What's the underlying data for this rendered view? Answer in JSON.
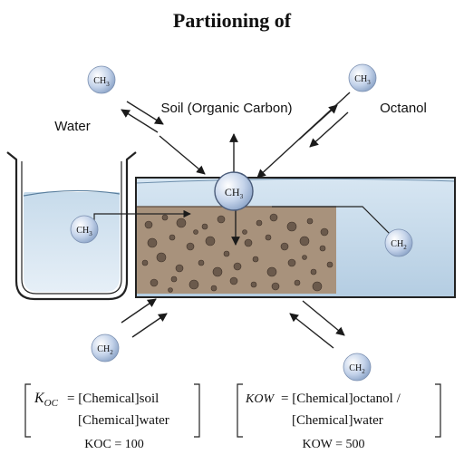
{
  "title": "Partiioning of",
  "labels": {
    "water": "Water",
    "soil": "Soil (Organic Carbon)",
    "octanol": "Octanol"
  },
  "molecules": {
    "top_left": "CH3",
    "top_right": "CH3",
    "center": "CH3",
    "in_water": "CH3",
    "right_pointer": "CH2",
    "bottom_left": "CH2",
    "bottom_right": "CH2"
  },
  "equations": {
    "koc": {
      "symbol": "K",
      "symbol_sub": "OC",
      "numerator": "= [Chemical]soil",
      "denominator": "[Chemical]water",
      "value": "KOC = 100"
    },
    "kow": {
      "symbol": "KOW",
      "numerator": "= [Chemical]octanol /",
      "denominator": "[Chemical]water",
      "value": "KOW = 500"
    }
  },
  "colors": {
    "water": "#c9dcec",
    "soil": "#a8927c",
    "particle": "#6b5a4c",
    "molecule": "#c4d3ea"
  }
}
